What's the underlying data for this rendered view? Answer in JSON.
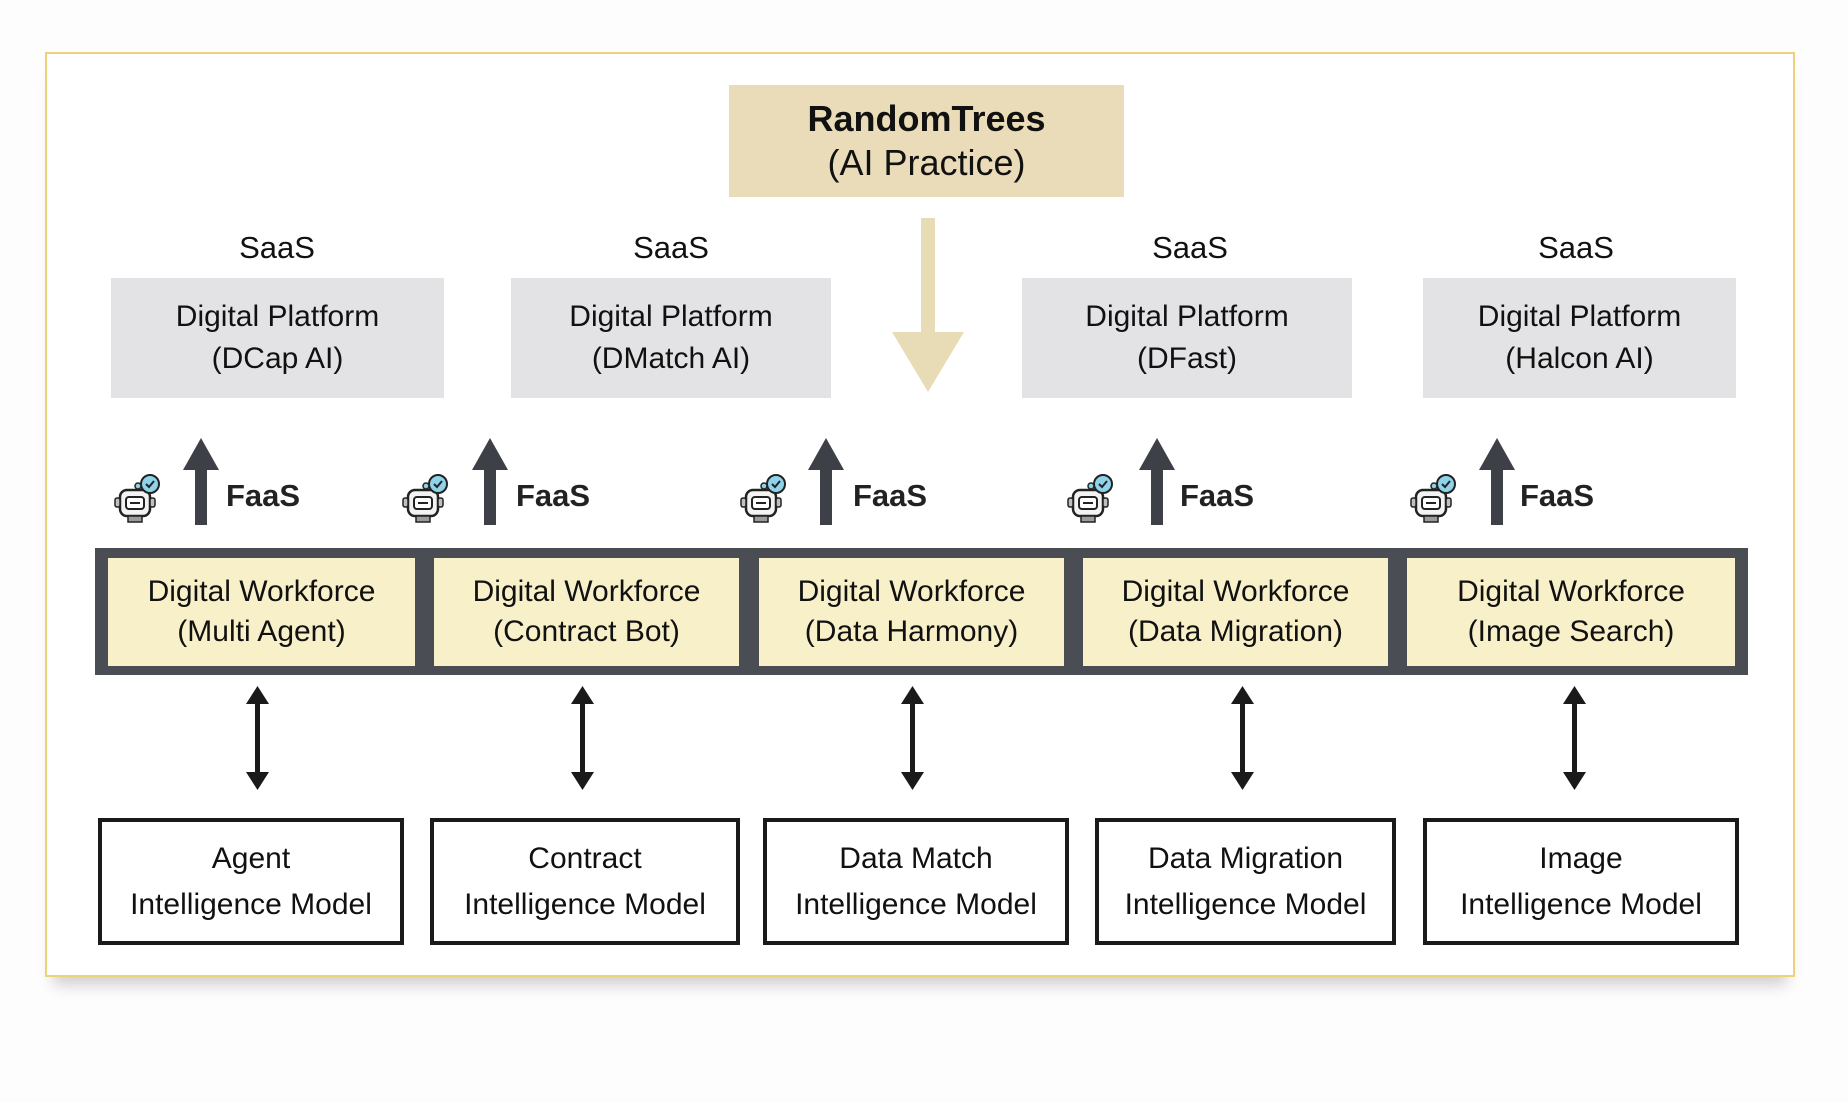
{
  "header": {
    "title": "RandomTrees",
    "subtitle": "(AI Practice)"
  },
  "saas_label": "SaaS",
  "faas_label": "FaaS",
  "platforms": [
    {
      "line1": "Digital Platform",
      "line2": "(DCap AI)"
    },
    {
      "line1": "Digital Platform",
      "line2": "(DMatch AI)"
    },
    {
      "line1": "Digital Platform",
      "line2": "(DFast)"
    },
    {
      "line1": "Digital Platform",
      "line2": "(Halcon AI)"
    }
  ],
  "workforces": [
    {
      "line1": "Digital Workforce",
      "line2": "(Multi Agent)"
    },
    {
      "line1": "Digital Workforce",
      "line2": "(Contract Bot)"
    },
    {
      "line1": "Digital Workforce",
      "line2": "(Data Harmony)"
    },
    {
      "line1": "Digital Workforce",
      "line2": "(Data Migration)"
    },
    {
      "line1": "Digital Workforce",
      "line2": "(Image Search)"
    }
  ],
  "models": [
    {
      "line1": "Agent",
      "line2": "Intelligence Model"
    },
    {
      "line1": "Contract",
      "line2": "Intelligence Model"
    },
    {
      "line1": "Data Match",
      "line2": "Intelligence Model"
    },
    {
      "line1": "Data Migration",
      "line2": "Intelligence Model"
    },
    {
      "line1": "Image",
      "line2": "Intelligence Model"
    }
  ],
  "icons": {
    "robot": "robot-gear-icon",
    "up_arrow": "up-arrow-icon",
    "down_arrow": "down-arrow-icon",
    "bidirectional": "double-arrow-icon"
  },
  "colors": {
    "header_fill": "#eadcb8",
    "platform_fill": "#e3e3e5",
    "workforce_fill": "#f8f0c8",
    "band": "#4a4d53",
    "frame_border": "#ecd379"
  }
}
